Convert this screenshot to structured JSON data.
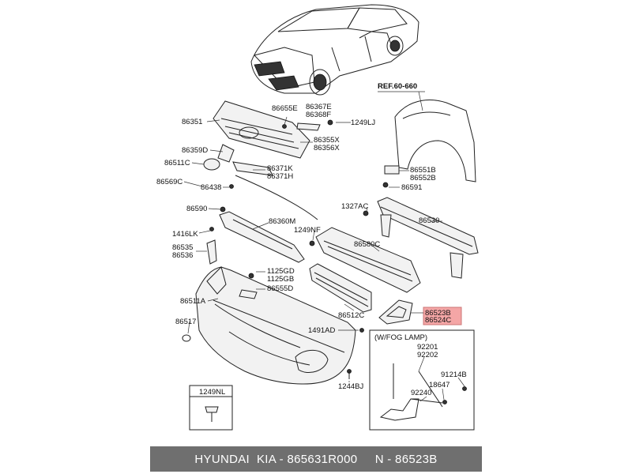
{
  "ref_label": "REF.60-660",
  "fog_lamp_title": "(W/FOG LAMP)",
  "highlight_color": "#f4a6a6",
  "footer": {
    "text": "HYUNDAI  KIA - 865631R000     N - 86523B"
  },
  "labels": {
    "p86351": "86351",
    "p86655E": "86655E",
    "p86367E": "86367E",
    "p86368F": "86368F",
    "p1249LJ": "1249LJ",
    "p86355X": "86355X",
    "p86356X": "86356X",
    "p86359D": "86359D",
    "p86511C": "86511C",
    "p86371K": "86371K",
    "p86371H": "86371H",
    "p86569C": "86569C",
    "p86438": "86438",
    "p86551B": "86551B",
    "p86552B": "86552B",
    "p86591": "86591",
    "p1327AC": "1327AC",
    "p86530": "86530",
    "p86590": "86590",
    "p86360M": "86360M",
    "p1249NF": "1249NF",
    "p86580C": "86580C",
    "p1416LK": "1416LK",
    "p86535": "86535",
    "p86536": "86536",
    "p1125GD": "1125GD",
    "p1125GB": "1125GB",
    "p86555D": "86555D",
    "p86511A": "86511A",
    "p86512C": "86512C",
    "p86523B": "86523B",
    "p86524C": "86524C",
    "p86517": "86517",
    "p1491AD": "1491AD",
    "p1244BJ": "1244BJ",
    "p92201": "92201",
    "p92202": "92202",
    "p91214B": "91214B",
    "p18647": "18647",
    "p92240": "92240",
    "p1249NL": "1249NL"
  }
}
